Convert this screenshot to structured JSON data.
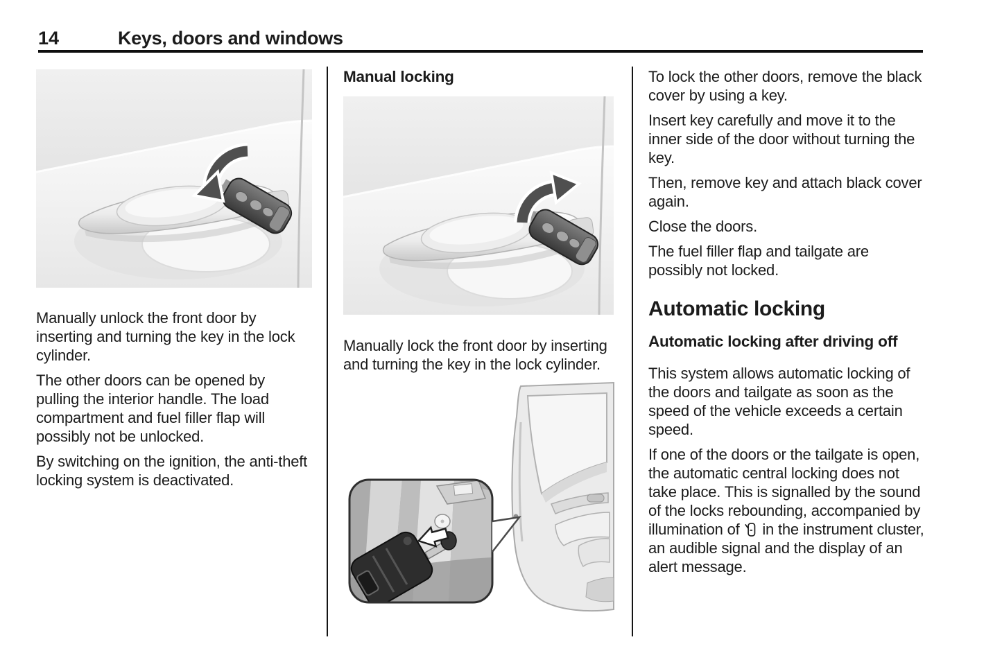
{
  "header": {
    "page_number": "14",
    "chapter_title": "Keys, doors and windows"
  },
  "columns": {
    "left": {
      "figure_icon": "door-handle-key-unlock-figure",
      "paragraphs": [
        "Manually unlock the front door by inserting and turning the key in the lock cylinder.",
        "The other doors can be opened by pulling the interior handle. The load compartment and fuel filler flap will possibly not be unlocked.",
        "By switching on the ignition, the anti-theft locking system is deactivated."
      ]
    },
    "middle": {
      "heading": "Manual locking",
      "figure_top_icon": "door-handle-key-lock-figure",
      "paragraphs": [
        "Manually lock the front door by inserting and turning the key in the lock cylinder."
      ],
      "figure_bottom_icon": "rear-door-lock-callout-figure"
    },
    "right": {
      "paragraphs_top": [
        "To lock the other doors, remove the black cover by using a key.",
        "Insert key carefully and move it to the inner side of the door without turning the key.",
        "Then, remove key and attach black cover again.",
        "Close the doors.",
        "The fuel filler flap and tailgate are possibly not locked."
      ],
      "section_heading": "Automatic locking",
      "subsection_heading": "Automatic locking after driving off",
      "paragraphs_auto": [
        "This system allows automatic locking of the doors and tailgate as soon as the speed of the vehicle exceeds a certain speed."
      ],
      "door_ajar_paragraph": {
        "before_icon": "If one of the doors or the tailgate is open, the automatic central locking does not take place. This is signalled by the sound of the locks rebounding, accompanied by illumination of ",
        "icon": "door-ajar-indicator-icon",
        "after_icon": " in the instrument cluster, an audible signal and the display of an alert message."
      }
    }
  }
}
